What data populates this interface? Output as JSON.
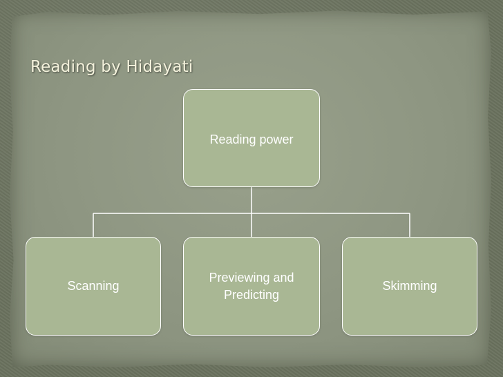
{
  "slide": {
    "title": "Reading by Hidayati"
  },
  "diagram": {
    "root": {
      "label": "Reading power"
    },
    "children": [
      {
        "label": "Scanning"
      },
      {
        "label": "Previewing and\nPredicting"
      },
      {
        "label": "Skimming"
      }
    ]
  },
  "colors": {
    "node_fill": "#a9b794",
    "node_border": "#ffffff",
    "connector": "#ffffff",
    "title_text": "#f4f2dc",
    "background": "#8e9682"
  }
}
